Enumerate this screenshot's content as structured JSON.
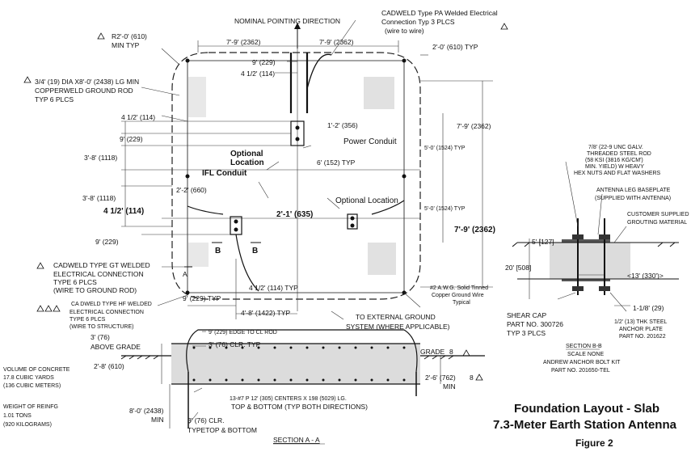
{
  "title": {
    "line1": "Foundation Layout - Slab",
    "line2": "7.3-Meter Earth Station Antenna",
    "figure": "Figure 2"
  },
  "plan_view": {
    "nominal_pointing": "NOMINAL POINTING DIRECTION",
    "cadweld_pa_1": "CADWELD Type PA Welded Electrical",
    "cadweld_pa_2": "Connection  Typ 3 PLCS",
    "cadweld_pa_3": "(wire to wire)",
    "radius_1": "R2'-0' (610)",
    "radius_2": "MIN TYP",
    "ground_rod_1": "3/4' (19) DIA X8'-0' (2438) LG MIN",
    "ground_rod_2": "COPPERWELD GROUND ROD",
    "ground_rod_3": "TYP 6 PLCS",
    "dim_top_left": "7'-9' (2362)",
    "dim_top_right": "7'-9' (2362)",
    "dim_top_edge": "2'-0' (610) TYP",
    "dim_9_229_top": "9' (229)",
    "dim_4half_top": "4 1/2' (114)",
    "dim_4half_left": "4 1/2' (114)",
    "dim_9_229_left": "9' (229)",
    "dim_1_2": "1'-2' (356)",
    "power_conduit": "Power Conduit",
    "optional_location_1": "Optional",
    "optional_location_2": "Location",
    "dim_6_152": "6' (152) TYP",
    "ifl_conduit": "IFL Conduit",
    "dim_3_8_top": "3'-8' (1118)",
    "dim_3_8_bottom": "3'-8' (1118)",
    "dim_2_2": "2'-2' (660)",
    "optional_location_right": "Optional Location",
    "dim_4half_bold": "4 1/2' (114)",
    "dim_2_1": "2'-1' (635)",
    "dim_9_229_low": "9' (229)",
    "section_b_left": "B",
    "section_b_right": "B",
    "section_a": "A",
    "dim_7_9_right": "7'-9' (2362)",
    "dim_5_0_upper": "5'-0' (1524) TYP",
    "dim_5_0_lower": "5'-0' (1524) TYP",
    "dim_7_9_bold": "7'-9' (2362)",
    "gt_1": "CADWELD TYPE GT WELDED",
    "gt_2": "ELECTRICAL CONNECTION",
    "gt_3": "TYPE 6 PLCS",
    "gt_4": "(WIRE TO GROUND ROD)",
    "hf_1": "CA DWELD TYPE HF WELDED",
    "hf_2": "ELECTRICAL CONNECTION",
    "hf_3": "TYPE 6 PLCS",
    "hf_4": "(WIRE TO STRUCTURE)",
    "dim_4half_typ": "4 1/2' (114) TYP",
    "dim_9_typ": "9' (229) TYP",
    "dim_4_8": "4'-8' (1422) TYP",
    "wire_1": "#2 A.W.G. Solid Tinned",
    "wire_2": "Copper Ground Wire",
    "wire_3": "Typical",
    "ext_ground_1": "TO EXTERNAL GROUND",
    "ext_ground_2": "SYSTEM (WHERE APPLICABLE)"
  },
  "section_a": {
    "edge_cl": "9' (229) EDGE TO CL ROD",
    "clr_typ": "3' (76) CLR. TYP",
    "above_1": "3' (76)",
    "above_2": "ABOVE GRADE",
    "dim_2_8": "2'-8' (610)",
    "grade": "GRADE",
    "dim_2_6_1": "2'-6' (762)",
    "dim_2_6_2": "MIN",
    "dim_8_0_1": "8'-0' (2438)",
    "dim_8_0_2": "MIN",
    "rebar_1": "13-#7 P 12' (305) CENTERS X 198 (5029) LG.",
    "rebar_2": "TOP & BOTTOM (TYP BOTH DIRECTIONS)",
    "clr_bottom_1": "3' (76) CLR.",
    "clr_bottom_2": "TYPETOP & BOTTOM",
    "caption": "SECTION A - A",
    "concrete_1": "VOLUME OF CONCRETE",
    "concrete_2": "17.8 CUBIC YARDS",
    "concrete_3": "(136 CUBIC METERS)",
    "reinf_1": "WEIGHT OF REINFG",
    "reinf_2": "1.01 TONS",
    "reinf_3": "(920 KILOGRAMS)"
  },
  "section_b": {
    "rod_1": "7/8' (22-9 UNC GALV.",
    "rod_2": "THREADED STEEL ROD",
    "rod_3": "(58 KSI (3816 KG/CM')",
    "rod_4": "MIN. YIELD) W HEAVY",
    "rod_5": "HEX NUTS AND FLAT WASHERS",
    "baseplate_1": "ANTENNA LEG BASEPLATE",
    "baseplate_2": "(SUPPLIED WITH ANTENNA)",
    "grout_1": "CUSTOMER SUPPLIED",
    "grout_2": "GROUTING MATERIAL",
    "dim_5": "5' [127]",
    "dim_20": "20' [508]",
    "dim_13": "<13' (330')>",
    "dim_1_1_8": "1-1/8' (29)",
    "shear_1": "SHEAR CAP",
    "shear_2": "PART NO. 300726",
    "shear_3": "TYP 3 PLCS",
    "anchor_1": "1/2' (13) THK STEEL",
    "anchor_2": "ANCHOR PLATE",
    "anchor_3": "PART NO. 201622",
    "caption_1": "SECTION B-B",
    "caption_2": "SCALE NONE",
    "caption_3": "ANDREW ANCHOR BOLT KIT",
    "caption_4": "PART NO. 201650-TEL"
  },
  "notes": {
    "note_8": "8",
    "note_8b": "8"
  }
}
